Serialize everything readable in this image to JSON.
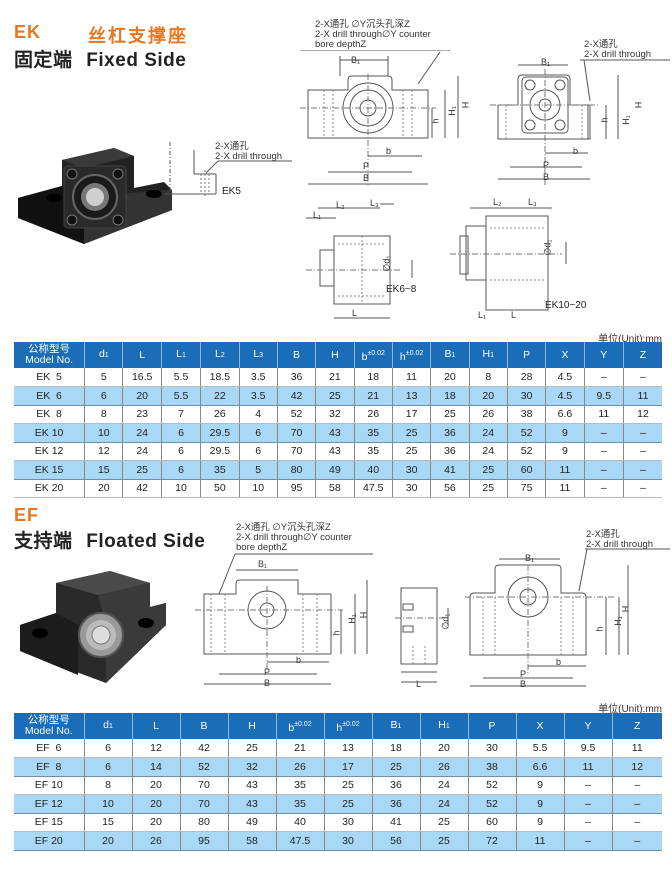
{
  "ek_section": {
    "code": "EK",
    "title_cn_orange": "丝杠支撑座",
    "title_cn": "固定端",
    "title_en": "Fixed Side",
    "notes": {
      "counterbore_cn": "2-X通孔 ∅Y沉头孔深Z",
      "counterbore_en_1": "2-X drill through∅Y counter",
      "counterbore_en_2": "bore depthZ",
      "drill_cn": "2-X通孔",
      "drill_en": "2-X drill through"
    },
    "diagram_labels": {
      "ek5": "EK5",
      "ek6_8": "EK6~8",
      "ek10_20": "EK10~20",
      "B1": "B₁",
      "H": "H",
      "H1": "H₁",
      "h": "h",
      "b": "b",
      "P": "P",
      "B": "B",
      "L": "L",
      "L1": "L₁",
      "L2": "L₂",
      "L3": "L₃",
      "d1": "∅d₁"
    },
    "unit": "单位(Unit):mm",
    "table": {
      "headers": [
        "公称型号|Model No.",
        "d1",
        "L",
        "L1",
        "L2",
        "L3",
        "B",
        "H",
        "b±0.02",
        "h±0.02",
        "B1",
        "H1",
        "P",
        "X",
        "Y",
        "Z"
      ],
      "rows": [
        [
          "EK  5",
          "5",
          "16.5",
          "5.5",
          "18.5",
          "3.5",
          "36",
          "21",
          "18",
          "11",
          "20",
          "8",
          "28",
          "4.5",
          "–",
          "–"
        ],
        [
          "EK  6",
          "6",
          "20",
          "5.5",
          "22",
          "3.5",
          "42",
          "25",
          "21",
          "13",
          "18",
          "20",
          "30",
          "4.5",
          "9.5",
          "11"
        ],
        [
          "EK  8",
          "8",
          "23",
          "7",
          "26",
          "4",
          "52",
          "32",
          "26",
          "17",
          "25",
          "26",
          "38",
          "6.6",
          "11",
          "12"
        ],
        [
          "EK 10",
          "10",
          "24",
          "6",
          "29.5",
          "6",
          "70",
          "43",
          "35",
          "25",
          "36",
          "24",
          "52",
          "9",
          "–",
          "–"
        ],
        [
          "EK 12",
          "12",
          "24",
          "6",
          "29.5",
          "6",
          "70",
          "43",
          "35",
          "25",
          "36",
          "24",
          "52",
          "9",
          "–",
          "–"
        ],
        [
          "EK 15",
          "15",
          "25",
          "6",
          "35",
          "5",
          "80",
          "49",
          "40",
          "30",
          "41",
          "25",
          "60",
          "11",
          "–",
          "–"
        ],
        [
          "EK 20",
          "20",
          "42",
          "10",
          "50",
          "10",
          "95",
          "58",
          "47.5",
          "30",
          "56",
          "25",
          "75",
          "11",
          "–",
          "–"
        ]
      ]
    }
  },
  "ef_section": {
    "code": "EF",
    "title_cn": "支持端",
    "title_en": "Floated Side",
    "notes": {
      "counterbore_cn": "2-X通孔 ∅Y沉头孔深Z",
      "counterbore_en_1": "2-X drill through∅Y counter",
      "counterbore_en_2": "bore depthZ",
      "drill_cn": "2-X通孔",
      "drill_en": "2-X drill through"
    },
    "diagram_labels": {
      "B1": "B₁",
      "H": "H",
      "H1": "H₁",
      "h": "h",
      "b": "b",
      "P": "P",
      "B": "B",
      "L": "L",
      "d1": "∅d₁"
    },
    "unit": "单位(Unit):mm",
    "table": {
      "headers": [
        "公称型号|Model No.",
        "d1",
        "L",
        "B",
        "H",
        "b±0.02",
        "h±0.02",
        "B1",
        "H1",
        "P",
        "X",
        "Y",
        "Z"
      ],
      "rows": [
        [
          "EF  6",
          "6",
          "12",
          "42",
          "25",
          "21",
          "13",
          "18",
          "20",
          "30",
          "5.5",
          "9.5",
          "11"
        ],
        [
          "EF  8",
          "6",
          "14",
          "52",
          "32",
          "26",
          "17",
          "25",
          "26",
          "38",
          "6.6",
          "11",
          "12"
        ],
        [
          "EF 10",
          "8",
          "20",
          "70",
          "43",
          "35",
          "25",
          "36",
          "24",
          "52",
          "9",
          "–",
          "–"
        ],
        [
          "EF 12",
          "10",
          "20",
          "70",
          "43",
          "35",
          "25",
          "36",
          "24",
          "52",
          "9",
          "–",
          "–"
        ],
        [
          "EF 15",
          "15",
          "20",
          "80",
          "49",
          "40",
          "30",
          "41",
          "25",
          "60",
          "9",
          "–",
          "–"
        ],
        [
          "EF 20",
          "20",
          "26",
          "95",
          "58",
          "47.5",
          "30",
          "56",
          "25",
          "72",
          "11",
          "–",
          "–"
        ]
      ]
    }
  },
  "colors": {
    "accent_orange": "#e87722",
    "header_blue": "#1b6db8",
    "row_stripe": "#a9d8f6"
  }
}
